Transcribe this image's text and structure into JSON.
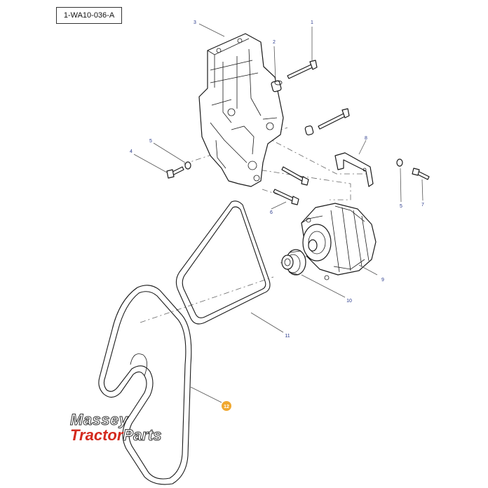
{
  "drawing_ref": "1-WA10-036-A",
  "callouts": [
    {
      "id": "c1",
      "label": "1"
    },
    {
      "id": "c2",
      "label": "2"
    },
    {
      "id": "c3",
      "label": "3"
    },
    {
      "id": "c4",
      "label": "4"
    },
    {
      "id": "c5a",
      "label": "5"
    },
    {
      "id": "c5b",
      "label": "5"
    },
    {
      "id": "c6",
      "label": "6"
    },
    {
      "id": "c7",
      "label": "7"
    },
    {
      "id": "c8",
      "label": "8"
    },
    {
      "id": "c9",
      "label": "9"
    },
    {
      "id": "c10",
      "label": "10"
    },
    {
      "id": "c11",
      "label": "11"
    },
    {
      "id": "c12",
      "label": "12",
      "highlight_color": "#f0a830"
    }
  ],
  "logo": {
    "line1": "Massey",
    "line2_red": "Tractor",
    "line2_white": "Parts",
    "brand_red": "#d42a1e"
  }
}
